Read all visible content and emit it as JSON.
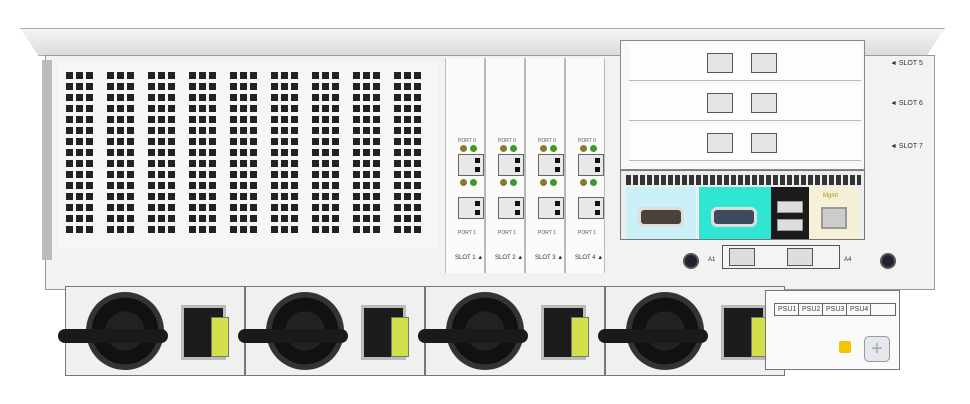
{
  "pcie_slots": [
    {
      "label": "SLOT 1 ▲",
      "port0": "PORT 0",
      "port1": "PORT 1"
    },
    {
      "label": "SLOT 2 ▲",
      "port0": "PORT 0",
      "port1": "PORT 1"
    },
    {
      "label": "SLOT 3 ▲",
      "port0": "PORT 0",
      "port1": "PORT 1"
    },
    {
      "label": "SLOT 4 ▲",
      "port0": "PORT 0",
      "port1": "PORT 1"
    }
  ],
  "riser_slots": [
    "◄ SLOT 5",
    "◄ SLOT 6",
    "◄ SLOT 7"
  ],
  "io": {
    "mgmt_label": "Mgmt",
    "left_ocp": "A1",
    "right_ocp": "A4"
  },
  "psu_tags": [
    "PSU1",
    "PSU2",
    "PSU3",
    "PSU4"
  ],
  "colors": {
    "vga": "#2ee6d2",
    "serial": "#c9f1f7",
    "latch": "#d4e04a",
    "led_green": "#3a9a2a",
    "led_amber": "#8a7a2a"
  }
}
